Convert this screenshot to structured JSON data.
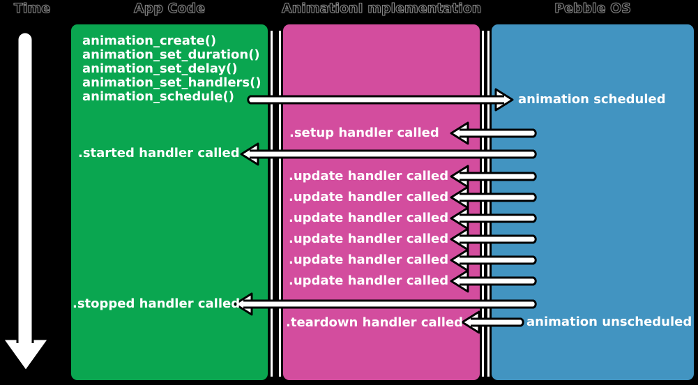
{
  "page": {
    "background": "#000000",
    "text_color": "#ffffff",
    "outline_color": "#000000"
  },
  "time_axis": {
    "label": "Time",
    "icon": "down-arrow"
  },
  "columns": {
    "app_code": {
      "title": "App Code",
      "color": "#0aa650",
      "code_lines": [
        "animation_create()",
        "animation_set_duration()",
        "animation_set_delay()",
        "animation_set_handlers()",
        "animation_schedule()"
      ],
      "started_event": ".started handler called",
      "stopped_event": ".stopped handler called"
    },
    "animation_implementation": {
      "title": "AnimationI mplementation",
      "color": "#d34d9e",
      "setup_event": ".setup handler called",
      "update_events": [
        ".update handler called",
        ".update handler called",
        ".update handler called",
        ".update handler called",
        ".update handler called",
        ".update handler called"
      ],
      "teardown_event": ".teardown handler called"
    },
    "pebble_os": {
      "title": "Pebble OS",
      "color": "#4294c1",
      "scheduled_event": "animation scheduled",
      "unscheduled_event": "animation unscheduled"
    }
  },
  "arrows": {
    "schedule_call": "right-arrow",
    "setup_callback": "left-arrow",
    "started_callback": "left-arrow",
    "update_callbacks": [
      "left-arrow",
      "left-arrow",
      "left-arrow",
      "left-arrow",
      "left-arrow",
      "left-arrow"
    ],
    "stopped_callback": "left-arrow",
    "teardown_callback": "left-arrow"
  }
}
